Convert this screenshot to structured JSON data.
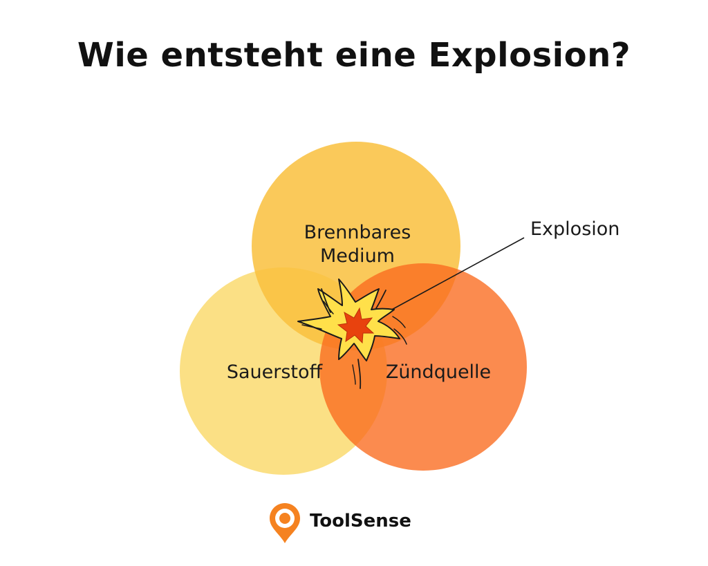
{
  "title": "Wie entsteht eine Explosion?",
  "diagram": {
    "sets": [
      {
        "id": "fuel",
        "label_lines": [
          "Brennbares",
          "Medium"
        ],
        "color": "#F9C03D"
      },
      {
        "id": "oxygen",
        "label_lines": [
          "Sauerstoff"
        ],
        "color": "#FAD96A"
      },
      {
        "id": "ignition",
        "label_lines": [
          "Zündquelle"
        ],
        "color": "#FA6A1E"
      }
    ],
    "intersection_label": "Explosion",
    "colors": {
      "text": "#1A1A1A",
      "burst_outer": "#FFE04A",
      "burst_inner": "#E8420E",
      "outline": "#1A1A1A"
    }
  },
  "brand": {
    "name": "ToolSense",
    "icon": "location-pin-icon",
    "color": "#F58220"
  }
}
